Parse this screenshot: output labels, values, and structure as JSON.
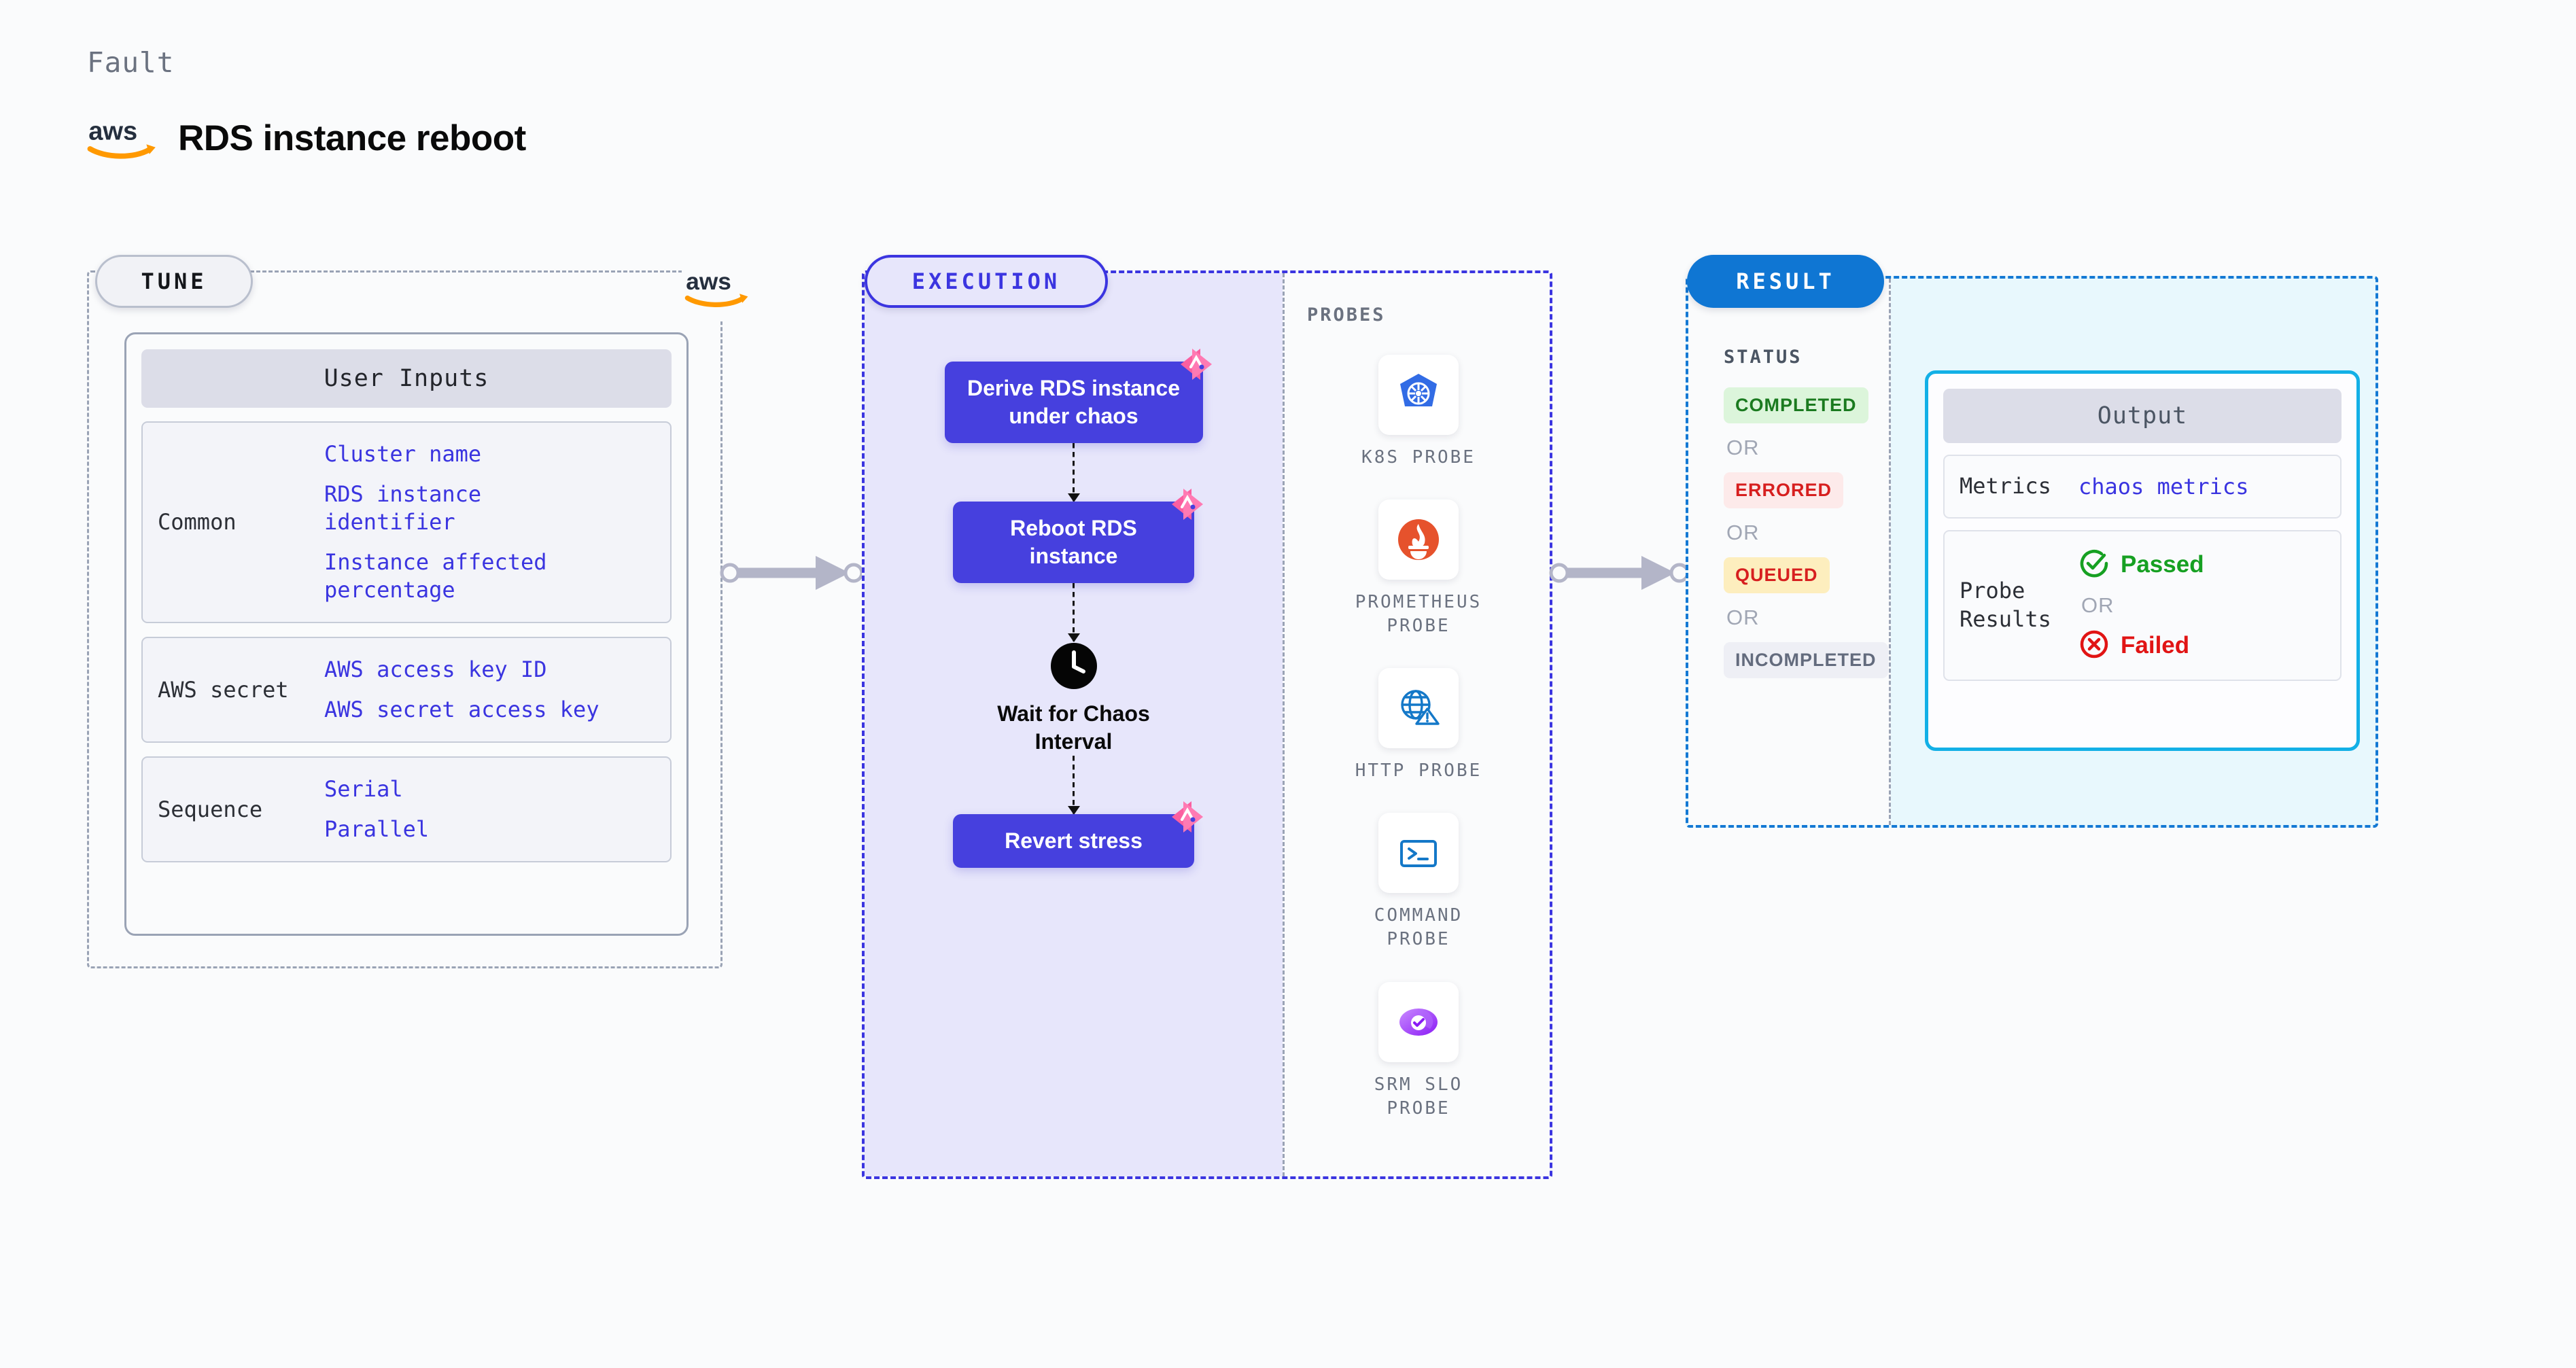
{
  "header": {
    "eyebrow": "Fault",
    "logo_icon": "aws-logo-icon",
    "title": "RDS instance reboot"
  },
  "tune": {
    "tag": "TUNE",
    "aws_icon": "aws-logo-icon",
    "card_title": "User Inputs",
    "groups": [
      {
        "label": "Common",
        "values": [
          "Cluster name",
          "RDS instance identifier",
          "Instance affected percentage"
        ]
      },
      {
        "label": "AWS secret",
        "values": [
          "AWS access key ID",
          "AWS secret access key"
        ]
      },
      {
        "label": "Sequence",
        "values": [
          "Serial",
          "Parallel"
        ]
      }
    ]
  },
  "execution": {
    "tag": "EXECUTION",
    "nodes": [
      {
        "label": "Derive RDS instance under chaos",
        "badge_icon": "litmus-badge-icon",
        "type": "task"
      },
      {
        "label": "Reboot RDS instance",
        "badge_icon": "litmus-badge-icon",
        "type": "task"
      },
      {
        "label": "Wait for Chaos Interval",
        "icon": "clock-icon",
        "type": "wait"
      },
      {
        "label": "Revert stress",
        "badge_icon": "litmus-badge-icon",
        "type": "task"
      }
    ],
    "probes_title": "PROBES",
    "probes": [
      {
        "name": "K8S PROBE",
        "icon": "kubernetes-icon"
      },
      {
        "name": "PROMETHEUS PROBE",
        "icon": "prometheus-icon"
      },
      {
        "name": "HTTP PROBE",
        "icon": "globe-alert-icon"
      },
      {
        "name": "COMMAND PROBE",
        "icon": "terminal-icon"
      },
      {
        "name": "SRM SLO PROBE",
        "icon": "srm-slo-icon"
      }
    ]
  },
  "result": {
    "tag": "RESULT",
    "status_title": "STATUS",
    "or_label": "OR",
    "statuses": [
      {
        "label": "COMPLETED",
        "bg": "#dcf5db",
        "fg": "#1a7a1f"
      },
      {
        "label": "ERRORED",
        "bg": "#fdeaea",
        "fg": "#d71f1f"
      },
      {
        "label": "QUEUED",
        "bg": "#fdeebe",
        "fg": "#d71f1f"
      },
      {
        "label": "INCOMPLETED",
        "bg": "#eeeff5",
        "fg": "#636b7d"
      }
    ],
    "output": {
      "title": "Output",
      "metrics_label": "Metrics",
      "metrics_value": "chaos metrics",
      "probe_results_label": "Probe Results",
      "passed_label": "Passed",
      "passed_icon": "check-circle-icon",
      "failed_label": "Failed",
      "failed_icon": "x-circle-icon",
      "or_label": "OR"
    }
  },
  "colors": {
    "accent_purple": "#4640de",
    "accent_blue": "#1479d4",
    "accent_cyan": "#13b0e6",
    "badge_pink": "#fb5fa0",
    "aws_orange": "#ff9900"
  }
}
